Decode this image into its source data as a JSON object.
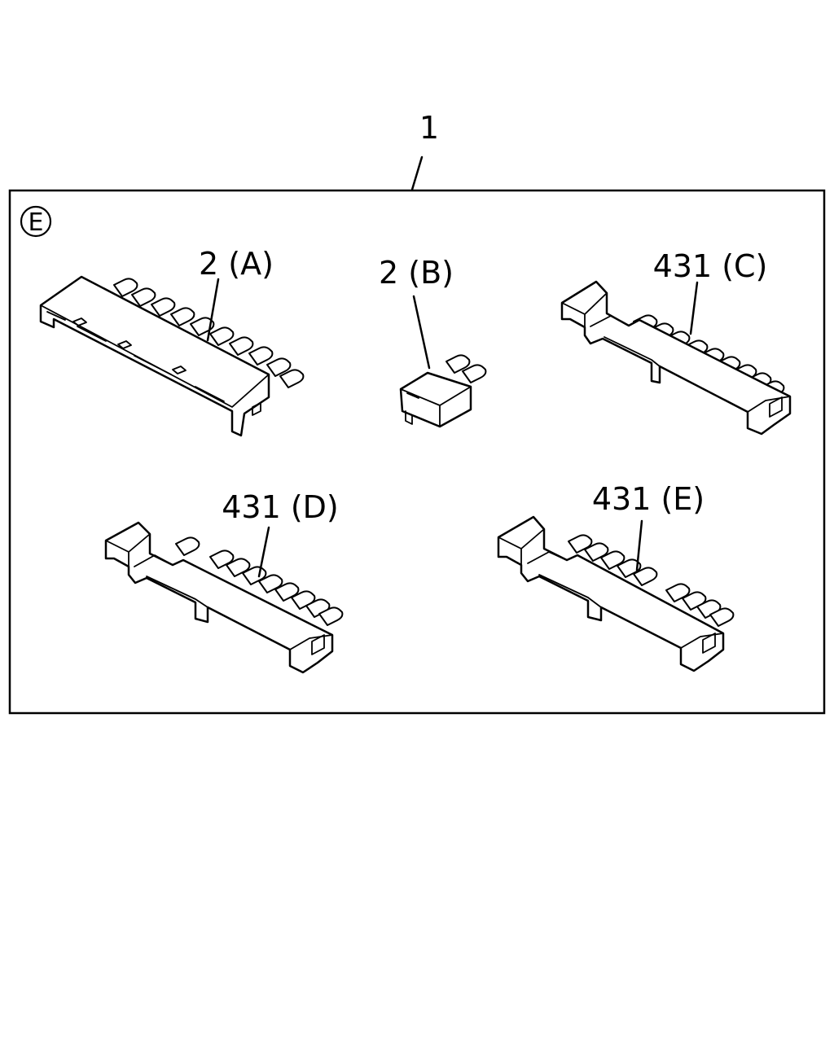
{
  "assembly": {
    "callout": "1",
    "view_marker": "E"
  },
  "parts": [
    {
      "id": "A",
      "callout": "2 (A)"
    },
    {
      "id": "B",
      "callout": "2 (B)"
    },
    {
      "id": "C",
      "callout": "431 (C)"
    },
    {
      "id": "D",
      "callout": "431 (D)"
    },
    {
      "id": "E",
      "callout": "431 (E)"
    }
  ]
}
